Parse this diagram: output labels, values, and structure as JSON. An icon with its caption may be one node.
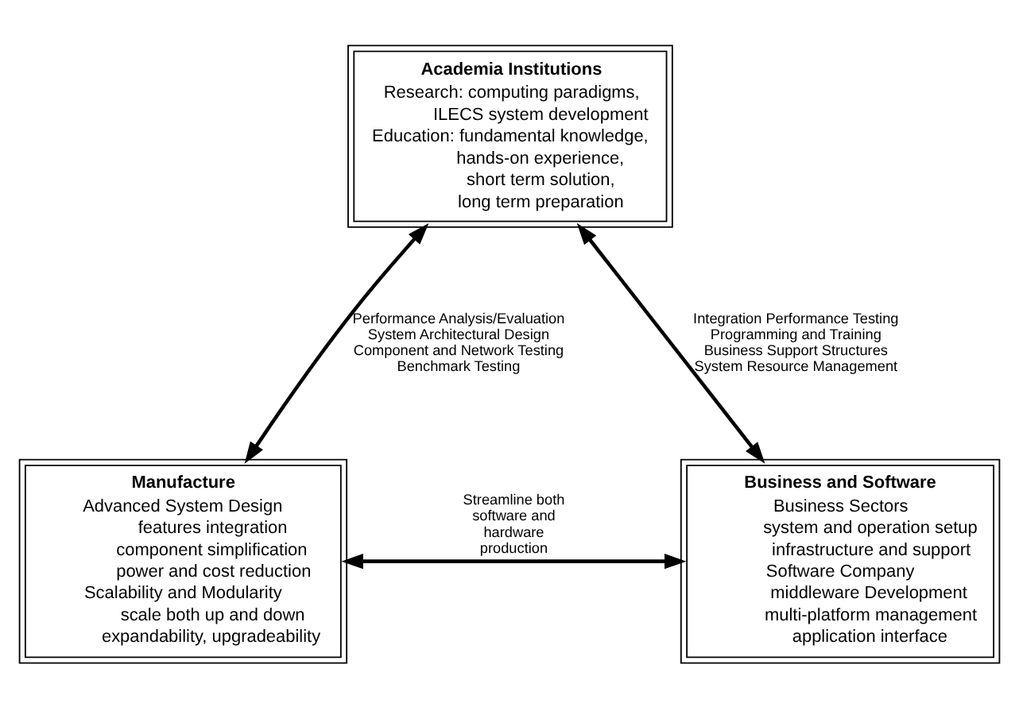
{
  "diagram": {
    "nodes": [
      {
        "text": [
          "Academia Institutions",
          "Research: computing paradigms,",
          "ILECS system development",
          "Education: fundamental knowledge,",
          "hands-on experience,",
          "short term solution,",
          "long term preparation"
        ]
      },
      {
        "text": [
          "Manufacture",
          "Advanced System Design",
          "features integration",
          "component simplification",
          "power and cost reduction",
          "Scalability and Modularity",
          "scale both up and down",
          "expandability, upgradeability"
        ]
      },
      {
        "text": [
          "Business and Software",
          "Business Sectors",
          "system and operation setup",
          "infrastructure and support",
          "Software Company",
          "middleware Development",
          "multi-platform management",
          "application interface"
        ]
      }
    ],
    "edges": [
      {
        "from": 1,
        "to": 0,
        "arrow": "both",
        "label": "Performance Analysis/Evaluation System Architectural Design Component and Network Testing Benchmark Testing"
      },
      {
        "from": 0,
        "to": 2,
        "arrow": "both",
        "label": "Integration Performance Testing Programming and Training Business Support Structures System Resource Management"
      },
      {
        "from": 1,
        "to": 2,
        "arrow": "both",
        "label": "Streamline both software and hardware production"
      }
    ]
  }
}
